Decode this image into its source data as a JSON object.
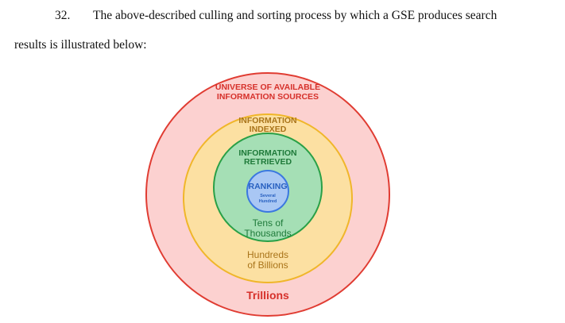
{
  "paragraph": {
    "number": "32.",
    "line1": "The above-described culling and sorting process by which a GSE produces search",
    "line2": "results is illustrated below:"
  },
  "diagram": {
    "rings": [
      {
        "id": "universe",
        "title_lines": [
          "UNIVERSE OF AVAILABLE",
          "INFORMATION SOURCES"
        ],
        "count_lines": [
          "Trillions"
        ],
        "fill": "#fcd1d0",
        "stroke": "#e03c32",
        "text_color": "#d6312b"
      },
      {
        "id": "indexed",
        "title_lines": [
          "INFORMATION",
          "INDEXED"
        ],
        "count_lines": [
          "Hundreds",
          "of Billions"
        ],
        "fill": "#fce0a2",
        "stroke": "#f0b62a",
        "text_color": "#a9741a"
      },
      {
        "id": "retrieved",
        "title_lines": [
          "INFORMATION",
          "RETRIEVED"
        ],
        "count_lines": [
          "Tens of",
          "Thousands"
        ],
        "fill": "#a5dfb5",
        "stroke": "#29a047",
        "text_color": "#1f7a3a"
      },
      {
        "id": "ranking",
        "title_lines": [
          "RANKING"
        ],
        "count_lines": [
          "Several",
          "Hundred"
        ],
        "fill": "#a9c7f4",
        "stroke": "#3b78e0",
        "text_color": "#2860c0"
      }
    ]
  }
}
